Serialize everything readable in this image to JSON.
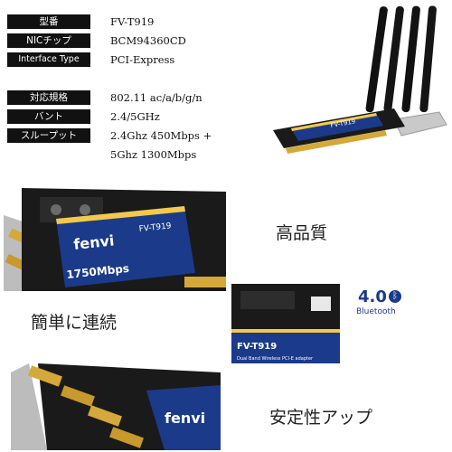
{
  "specs": {
    "rows": [
      {
        "label": "型番",
        "value": "FV-T919"
      },
      {
        "label": "NICチップ",
        "value": "BCM94360CD"
      },
      {
        "label": "Interface Type",
        "value": "PCI-Express"
      },
      {
        "label": "対応規格",
        "value": "802.11 ac/a/b/g/n"
      },
      {
        "label": "バント",
        "value": "2.4/5GHz"
      },
      {
        "label": "スループット",
        "value": "2.4Ghz 450Mbps +",
        "value2": "5Ghz 1300Mbps"
      }
    ]
  },
  "card": {
    "brand": "fenvi",
    "model": "FV-T919",
    "speed": "1750Mbps",
    "subtitle": "Dual Band Wireless PCI-E adapter"
  },
  "bluetooth": {
    "version": "4.0",
    "label": "Bluetooth"
  },
  "captions": {
    "quality": "高品質",
    "easy": "簡単に連続",
    "stability": "安定性アップ"
  },
  "colors": {
    "card_blue": "#1b3a8a",
    "gold": "#d4a93a",
    "pcb_dark": "#1a1a1a",
    "accent_yellow": "#f2c94c"
  }
}
